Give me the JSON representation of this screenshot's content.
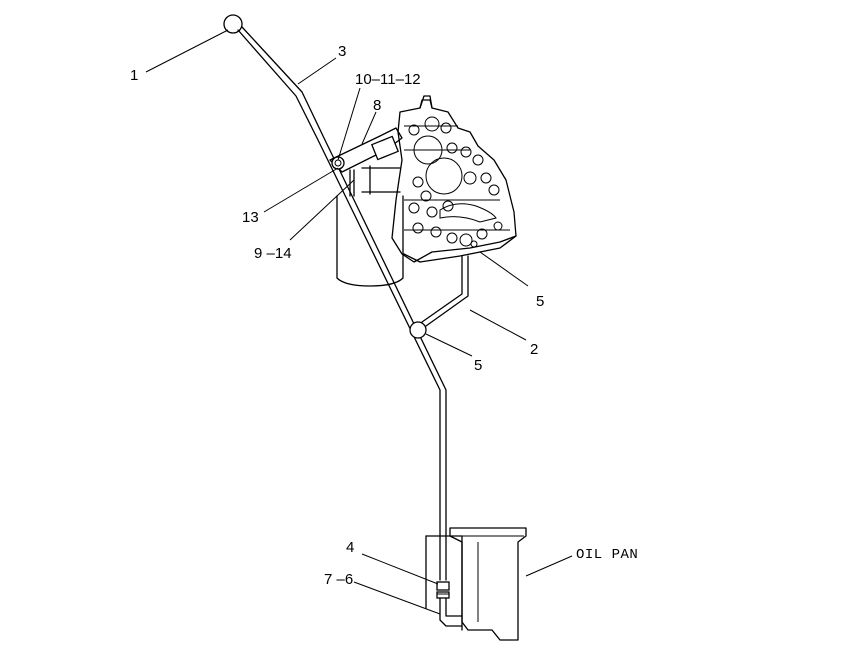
{
  "callouts": {
    "c1": "1",
    "c3": "3",
    "c10_11_12": "10–11–12",
    "c8": "8",
    "c13": "13",
    "c9_14": "9 –14",
    "c5_upper": "5",
    "c2": "2",
    "c5_lower": "5",
    "c4": "4",
    "c7_6": "7 –6",
    "oil_pan": "OIL PAN"
  }
}
